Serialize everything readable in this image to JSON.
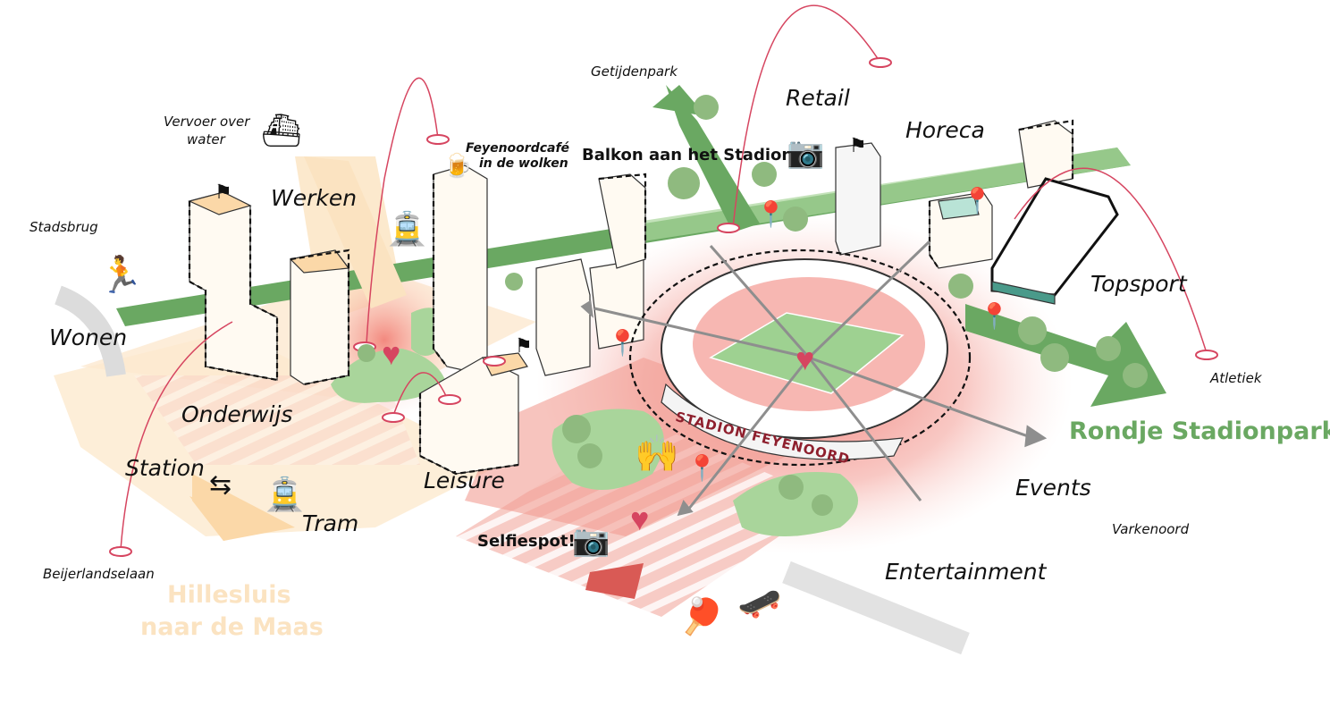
{
  "labels": {
    "wonen": "Wonen",
    "werken": "Werken",
    "onderwijs": "Onderwijs",
    "station": "Station",
    "tram": "Tram",
    "leisure": "Leisure",
    "retail": "Retail",
    "horeca": "Horeca",
    "topsport": "Topsport",
    "events": "Events",
    "entertainment": "Entertainment",
    "stadsbrug": "Stadsbrug",
    "vervoer_line1": "Vervoer over",
    "vervoer_line2": "water",
    "getijdenpark": "Getijdenpark",
    "feyenoordcafe_line1": "Feyenoordcafé",
    "feyenoordcafe_line2": "in de wolken",
    "balkon": "Balkon aan het Stadion!",
    "selfiespot": "Selfiespot!",
    "atletiek": "Atletiek",
    "varkenoord": "Varkenoord",
    "beijerlandselaan": "Beijerlandselaan",
    "rondje": "Rondje Stadionpark",
    "hillesluis_line1": "Hillesluis",
    "hillesluis_line2": "naar de Maas",
    "stadion": "STADION FEYENOORD"
  },
  "icons": {
    "boat": "boat-icon",
    "runner": "runner-icon",
    "tram": "tram-icon",
    "train": "ns-train-icon",
    "camera": "camera-icon",
    "heart": "heart-icon",
    "pin": "map-pin-icon",
    "beer": "beer-icon",
    "padel": "padel-icon",
    "skater": "skateboard-icon",
    "fans": "fans-icon",
    "flag": "flag-icon"
  },
  "colors": {
    "green": "#6aa862",
    "cream": "#fbe3c1",
    "red_zone": "#f08a84",
    "pin": "#8e1f2d",
    "heart": "#d64560"
  }
}
